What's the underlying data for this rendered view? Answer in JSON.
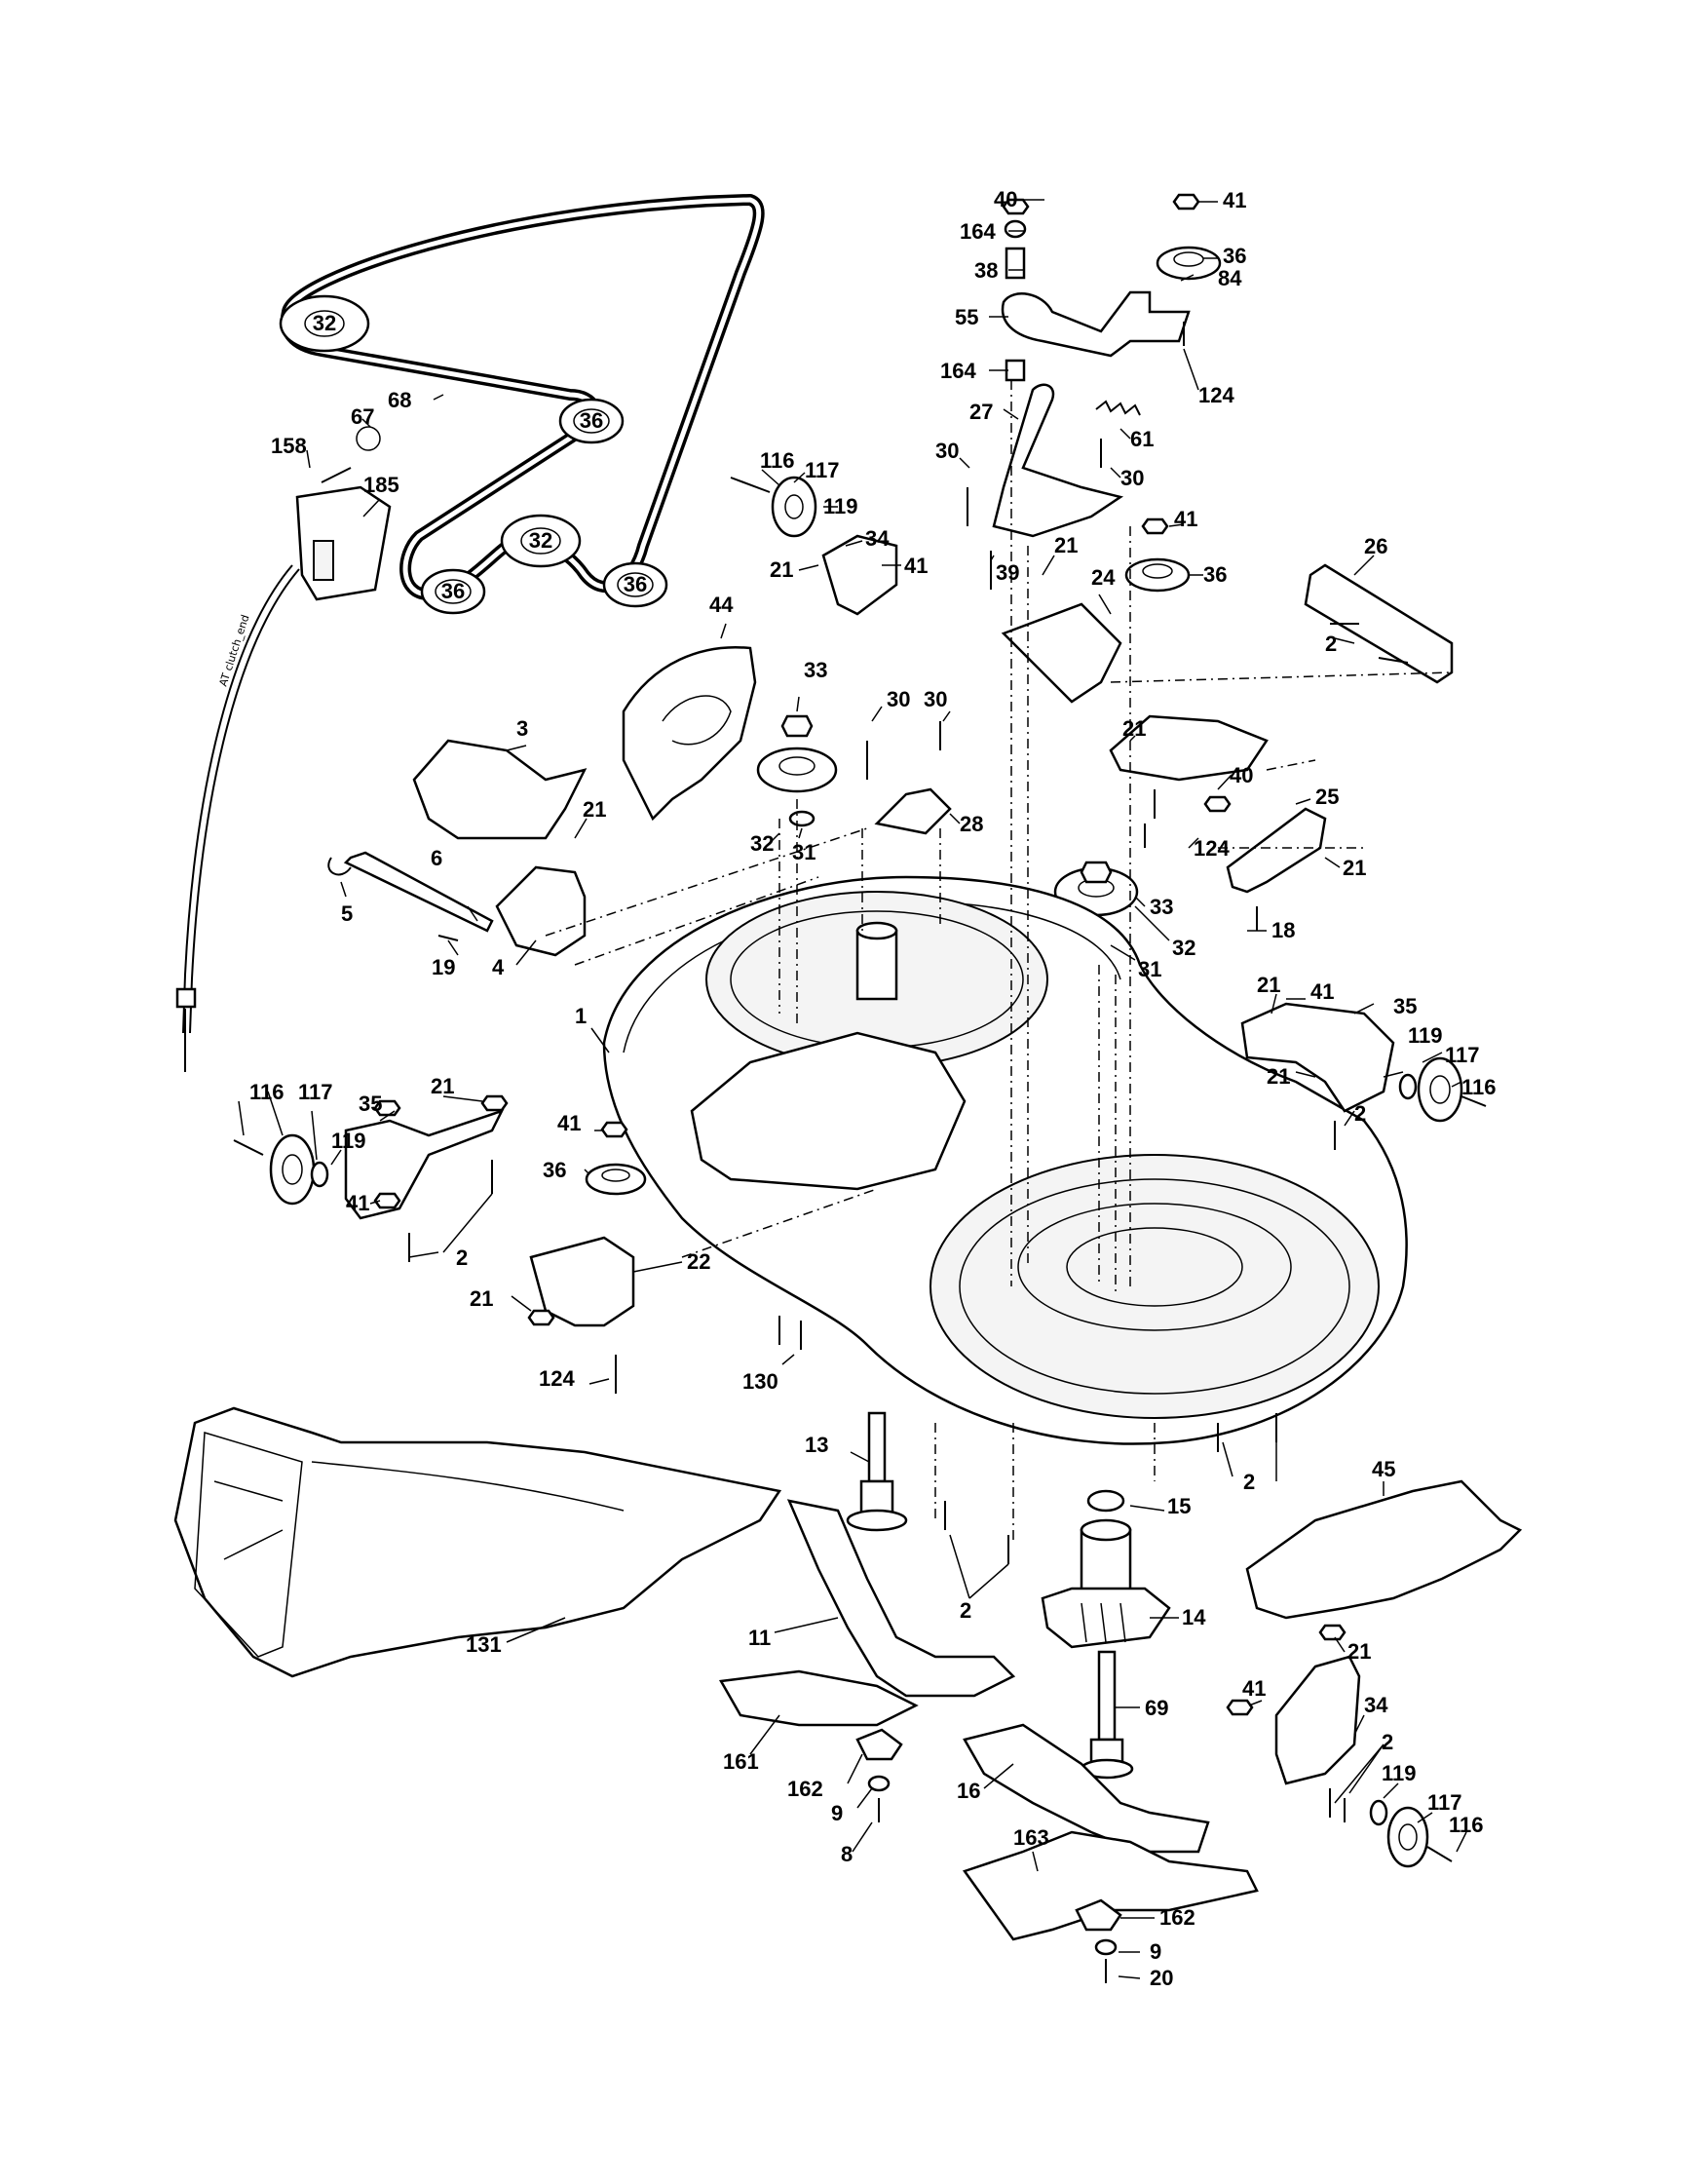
{
  "diagram": {
    "belt_markings": [
      "32",
      "36",
      "36",
      "32",
      "36"
    ],
    "cable_marking": "AT clutch_end",
    "labels": [
      "40",
      "41",
      "164",
      "36",
      "84",
      "38",
      "55",
      "124",
      "164",
      "27",
      "61",
      "30",
      "30",
      "116",
      "117",
      "67",
      "158",
      "185",
      "68",
      "41",
      "119",
      "34",
      "21",
      "41",
      "39",
      "21",
      "24",
      "36",
      "26",
      "2",
      "44",
      "33",
      "30",
      "3",
      "28",
      "21",
      "21",
      "30",
      "40",
      "25",
      "21",
      "32",
      "31",
      "124",
      "6",
      "5",
      "19",
      "4",
      "33",
      "32",
      "31",
      "18",
      "1",
      "21",
      "41",
      "35",
      "119",
      "117",
      "116",
      "21",
      "2",
      "21",
      "35",
      "116",
      "117",
      "119",
      "41",
      "36",
      "2",
      "41",
      "21",
      "22",
      "124",
      "130",
      "13",
      "15",
      "2",
      "2",
      "45",
      "14",
      "11",
      "131",
      "21",
      "69",
      "41",
      "34",
      "2",
      "161",
      "162",
      "9",
      "8",
      "16",
      "119",
      "117",
      "116",
      "163",
      "162",
      "9",
      "20"
    ]
  }
}
